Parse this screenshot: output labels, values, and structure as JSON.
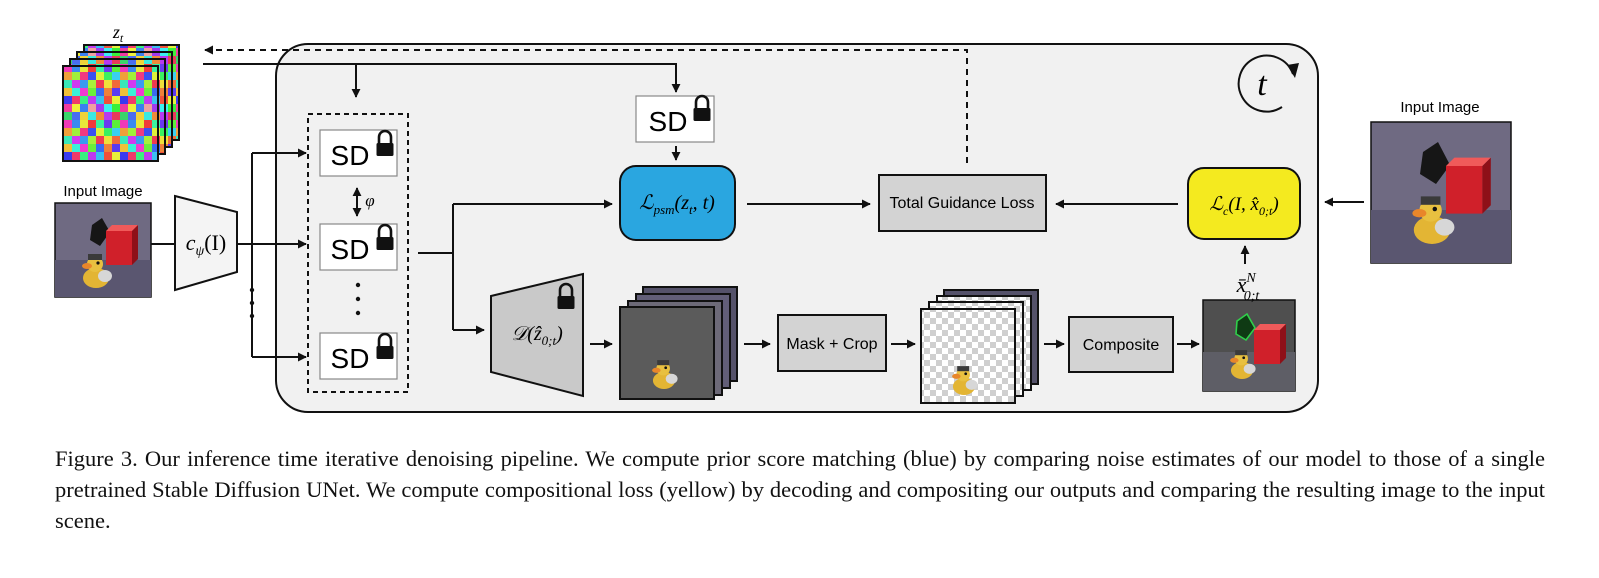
{
  "latent": {
    "label": "z",
    "label_sub": "t"
  },
  "input_left": {
    "label": "Input Image"
  },
  "input_right": {
    "label": "Input Image"
  },
  "encoder": {
    "label": "c",
    "label_sub": "ψ",
    "label_arg": "(I)"
  },
  "sd_stack": {
    "sd_label": "SD",
    "phi_label": "φ"
  },
  "sd_top": {
    "label": "SD"
  },
  "psm_loss": {
    "text": "ℒ",
    "sub": "psm",
    "arg": "(z",
    "arg_sub": "t",
    "arg_end": ", t)",
    "color": "#2aa6e0"
  },
  "total_loss": {
    "label": "Total Guidance Loss"
  },
  "comp_loss": {
    "text": "ℒ",
    "sub": "c",
    "arg": "(I, x̂",
    "arg_sub": "0;t",
    "arg_end": ")",
    "color": "#f4ea1f"
  },
  "decoder": {
    "text": "𝒟(ẑ",
    "sub": "0;t",
    "end": ")"
  },
  "mask_crop": {
    "label": "Mask + Crop"
  },
  "composite": {
    "label": "Composite"
  },
  "xbar": {
    "text": "x̄",
    "sup": "N",
    "sub": "0;t"
  },
  "timestep": {
    "label": "t"
  },
  "caption": {
    "text": "Figure 3. Our inference time iterative denoising pipeline. We compute prior score matching (blue) by comparing noise estimates of our model to those of a single pretrained Stable Diffusion UNet. We compute compositional loss (yellow) by decoding and compositing our outputs and comparing the resulting image to the input scene."
  },
  "colors": {
    "panel": "#f1f1f1",
    "box_gray": "#d3d3d3",
    "photo_bg": "#6f6a82"
  }
}
